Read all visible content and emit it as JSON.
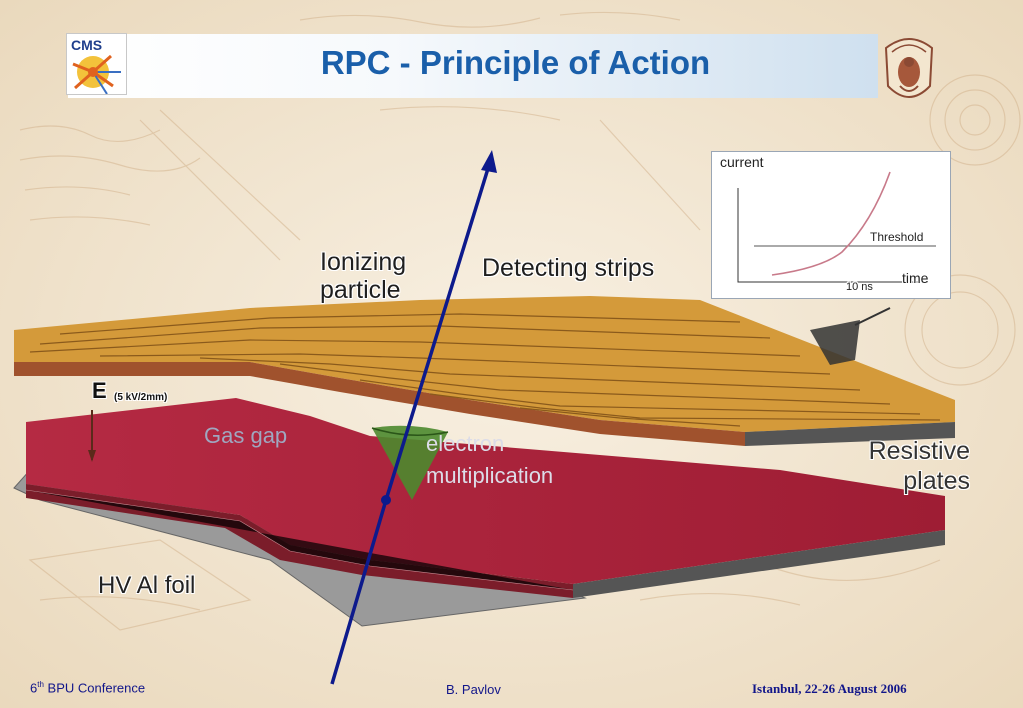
{
  "header": {
    "title": "RPC - Principle of Action",
    "cms_logo_text": "CMS"
  },
  "diagram": {
    "labels": {
      "ionizing_particle_line1": "Ionizing",
      "ionizing_particle_line2": "particle",
      "detecting_strips": "Detecting strips",
      "field_symbol": "E",
      "field_value": "(5 kV/2mm)",
      "gas_gap": "Gas gap",
      "electron_line1": "electron",
      "electron_line2": "multiplication",
      "resistive_line1": "Resistive",
      "resistive_line2": "plates",
      "hv_foil": "HV Al foil"
    },
    "signal_graph": {
      "y_label": "current",
      "threshold_label": "Threshold",
      "x_label": "time",
      "time_mark": "10 ns"
    },
    "colors": {
      "strips": "#d49a3a",
      "gas_plate": "#b5263b",
      "particle_track": "#0d1a8c",
      "title": "#1a5faa"
    }
  },
  "footer": {
    "conference_ordinal": "6",
    "conference_suffix": "th",
    "conference_name": "BPU Conference",
    "author": "B. Pavlov",
    "place_date": "Istanbul, 22-26 August  2006"
  }
}
